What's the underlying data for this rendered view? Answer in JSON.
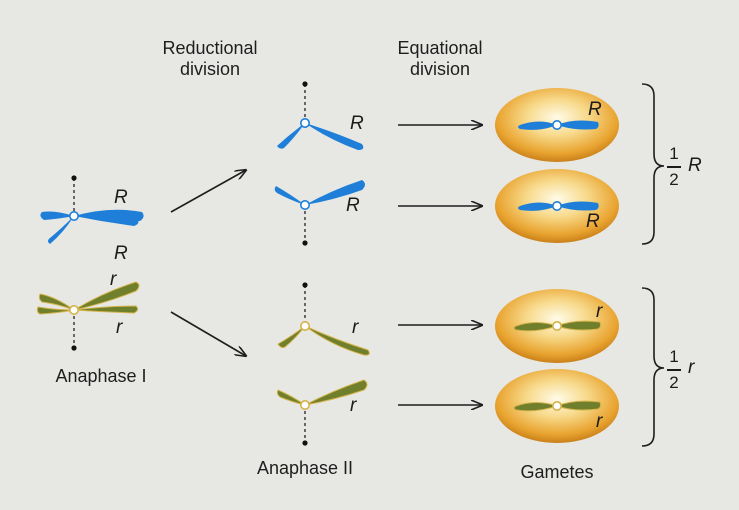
{
  "labels": {
    "reductional": "Reductional\ndivision",
    "equational": "Equational\ndivision",
    "anaphase1": "Anaphase I",
    "anaphase2": "Anaphase II",
    "gametes": "Gametes"
  },
  "alleles": {
    "dominant": "R",
    "recessive": "r"
  },
  "fractions": {
    "upper": {
      "numerator": "1",
      "denominator": "2",
      "allele": "R"
    },
    "lower": {
      "numerator": "1",
      "denominator": "2",
      "allele": "r"
    }
  },
  "colors": {
    "background": "#e7e8e4",
    "blue_chromosome": "#1f7fd8",
    "green_chromosome": "#6f7f2c",
    "green_outline": "#d5b34a",
    "gamete_yellow": "#e9a430",
    "gamete_edge": "#c47a16",
    "ink": "#1e1e1e"
  }
}
